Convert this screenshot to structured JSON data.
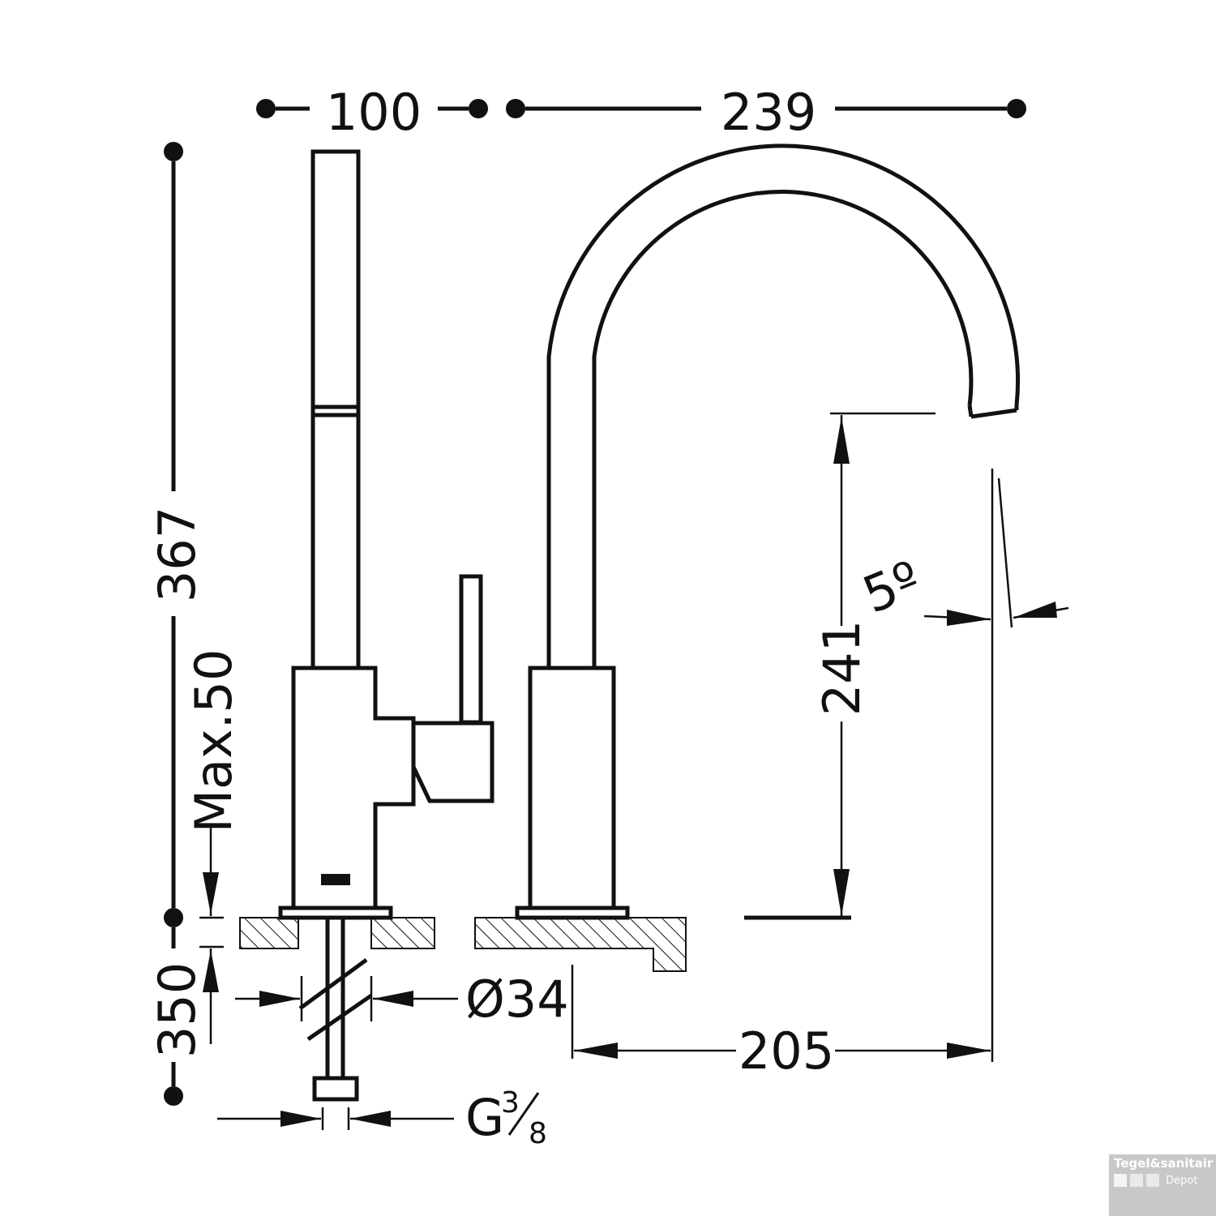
{
  "dimensions": {
    "d100": "100",
    "d239": "239",
    "d367": "367",
    "dmax50": "Max.50",
    "d350": "350",
    "d241": "241",
    "d5deg": "5º",
    "d34": "Ø34",
    "d205": "205",
    "dg38_base": "G",
    "dg38_num": "3",
    "dg38_den": "8"
  },
  "watermark": {
    "line1": "Tegel&sanitair",
    "line2": "Depot"
  }
}
